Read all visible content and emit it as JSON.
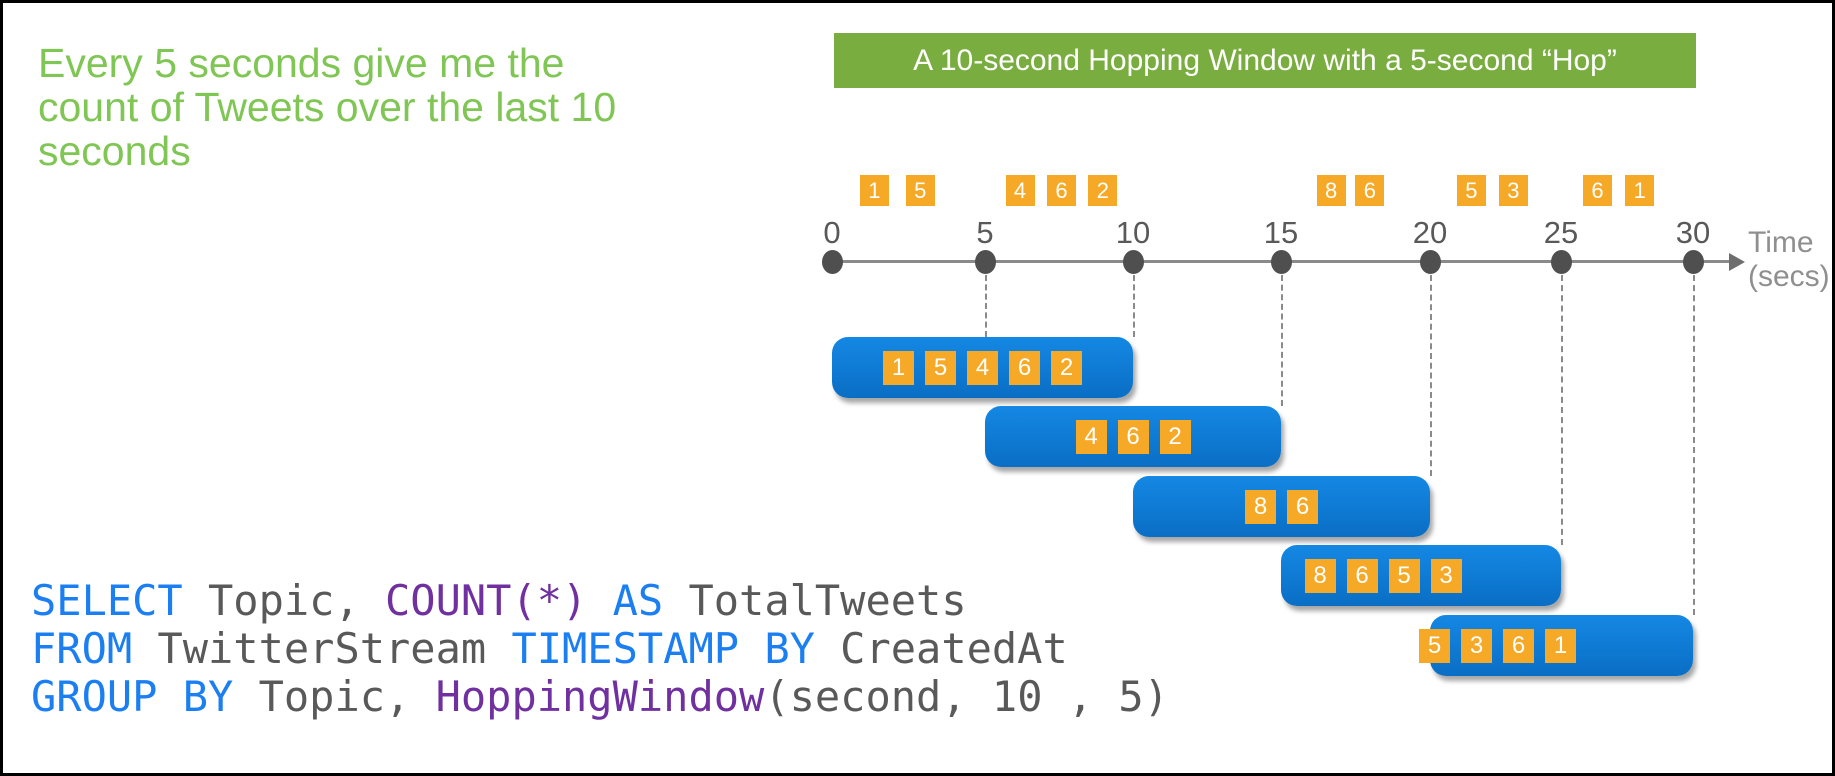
{
  "headline": {
    "lines": [
      "Every 5 seconds give me the",
      "count of Tweets over the last 10",
      "seconds"
    ]
  },
  "banner": {
    "text": "A 10-second Hopping Window with a 5-second “Hop”"
  },
  "timeline": {
    "tick_labels": [
      "0",
      "5",
      "10",
      "15",
      "20",
      "25",
      "30"
    ],
    "axis_label": {
      "line1": "Time",
      "line2": "(secs)"
    },
    "events": [
      {
        "time": 1.4,
        "value": "1"
      },
      {
        "time": 2.9,
        "value": "5"
      },
      {
        "time": 6.2,
        "value": "4"
      },
      {
        "time": 7.6,
        "value": "6"
      },
      {
        "time": 9.0,
        "value": "2"
      },
      {
        "time": 16.7,
        "value": "8"
      },
      {
        "time": 18.0,
        "value": "6"
      },
      {
        "time": 21.6,
        "value": "5"
      },
      {
        "time": 23.2,
        "value": "3"
      },
      {
        "time": 26.4,
        "value": "6"
      },
      {
        "time": 28.0,
        "value": "1"
      }
    ]
  },
  "windows": [
    {
      "start": 0,
      "end": 10,
      "events": [
        "1",
        "5",
        "4",
        "6",
        "2"
      ]
    },
    {
      "start": 5,
      "end": 15,
      "events": [
        "4",
        "6",
        "2"
      ]
    },
    {
      "start": 10,
      "end": 20,
      "events": [
        "8",
        "6"
      ]
    },
    {
      "start": 15,
      "end": 25,
      "events": [
        "8",
        "6",
        "5",
        "3"
      ]
    },
    {
      "start": 20,
      "end": 30,
      "events": [
        "5",
        "3",
        "6",
        "1"
      ]
    }
  ],
  "code": {
    "lines": [
      [
        {
          "text": "SELECT",
          "type": "keyword"
        },
        {
          "text": " Topic, ",
          "type": "plain"
        },
        {
          "text": "COUNT(*)",
          "type": "function"
        },
        {
          "text": " AS ",
          "type": "keyword"
        },
        {
          "text": "TotalTweets",
          "type": "plain"
        }
      ],
      [
        {
          "text": "FROM",
          "type": "keyword"
        },
        {
          "text": " TwitterStream ",
          "type": "plain"
        },
        {
          "text": "TIMESTAMP BY",
          "type": "keyword"
        },
        {
          "text": " CreatedAt",
          "type": "plain"
        }
      ],
      [
        {
          "text": "GROUP BY",
          "type": "keyword"
        },
        {
          "text": " Topic, ",
          "type": "plain"
        },
        {
          "text": "HoppingWindow",
          "type": "function"
        },
        {
          "text": "(second, 10 , 5)",
          "type": "plain"
        }
      ]
    ]
  },
  "colors": {
    "green_text": "#80c654",
    "green_banner": "#7aad3f",
    "orange": "#f6a927",
    "blue_window_top": "#1488e4",
    "blue_window_bottom": "#0a6ec4",
    "code_keyword": "#1b7ff2",
    "code_function": "#7030a0",
    "code_plain": "#595959",
    "axis_gray": "#8a8a8a"
  }
}
